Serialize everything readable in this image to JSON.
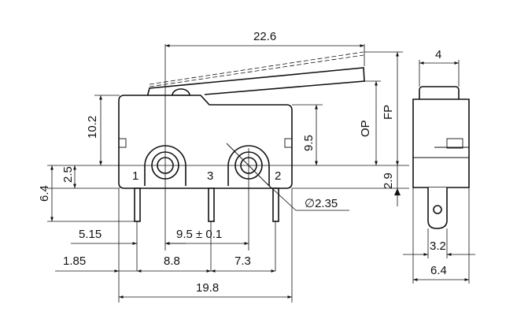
{
  "dimensions": {
    "lever_length": "22.6",
    "body_height": "10.2",
    "hole_height": "9.5",
    "terminal_to_hole": "2.5",
    "terminal_length": "6.4",
    "offset_a": "5.15",
    "pitch_holes": "9.5 ± 0.1",
    "edge_offset": "1.85",
    "pitch_1_3": "8.8",
    "pitch_3_2": "7.3",
    "body_length": "19.8",
    "hole_diameter": "∅2.35",
    "side_width": "4",
    "side_offset": "2.9",
    "terminal_width": "3.2",
    "side_total": "6.4",
    "op_label": "OP",
    "fp_label": "FP"
  },
  "terminals": {
    "t1": "1",
    "t2": "2",
    "t3": "3"
  }
}
